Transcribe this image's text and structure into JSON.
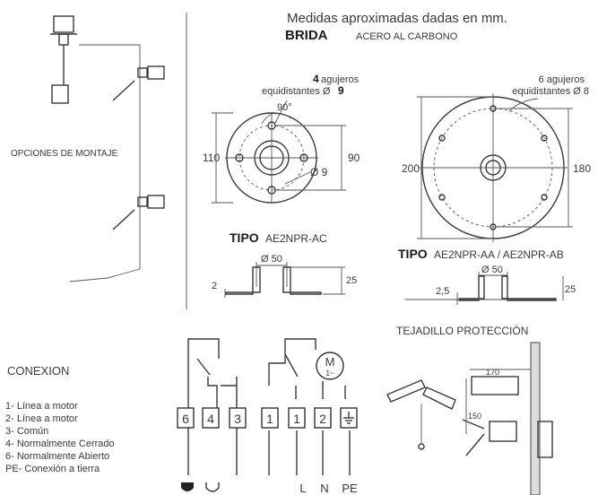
{
  "header": {
    "line1": "Medidas aproximadas dadas en mm.",
    "brida": "BRIDA",
    "material": "ACERO AL CARBONO"
  },
  "mounting": {
    "label": "OPCIONES DE MONTAJE"
  },
  "flange_small": {
    "holes_count": "4",
    "holes_text": "agujeros",
    "holes_line2": "equidistantes Ø",
    "holes_diam": "9",
    "angle": "90°",
    "dim_outer": "110",
    "dim_pcd": "90",
    "dim_hole": "Ø 9",
    "tipo_label": "TIPO",
    "tipo_model": "AE2NPR-AC",
    "profile_diam": "Ø 50",
    "profile_thick": "2",
    "profile_height": "25"
  },
  "flange_large": {
    "holes_line1": "6 agujeros",
    "holes_line2": "equidistantes Ø 8",
    "dim_outer": "200",
    "dim_pcd": "180",
    "tipo_label": "TIPO",
    "tipo_model": "AE2NPR-AA / AE2NPR-AB",
    "profile_diam": "Ø 50",
    "profile_thick": "2,5",
    "profile_height": "25"
  },
  "conexion": {
    "title": "CONEXION",
    "items": [
      "1- Línea a motor",
      "2- Línea a motor",
      "3- Común",
      "4- Normalmente Cerrado",
      "6- Normalmente Abierto",
      "PE- Conexión a tierra"
    ]
  },
  "wiring": {
    "terminals": [
      "6",
      "4",
      "3",
      "1",
      "1",
      "2"
    ],
    "motor_label": "M",
    "motor_sub": "1~",
    "bottom_labels": [
      "L",
      "N",
      "PE"
    ]
  },
  "protection": {
    "title": "TEJADILLO PROTECCIÓN",
    "dim_width": "170",
    "dim_height": "150"
  }
}
